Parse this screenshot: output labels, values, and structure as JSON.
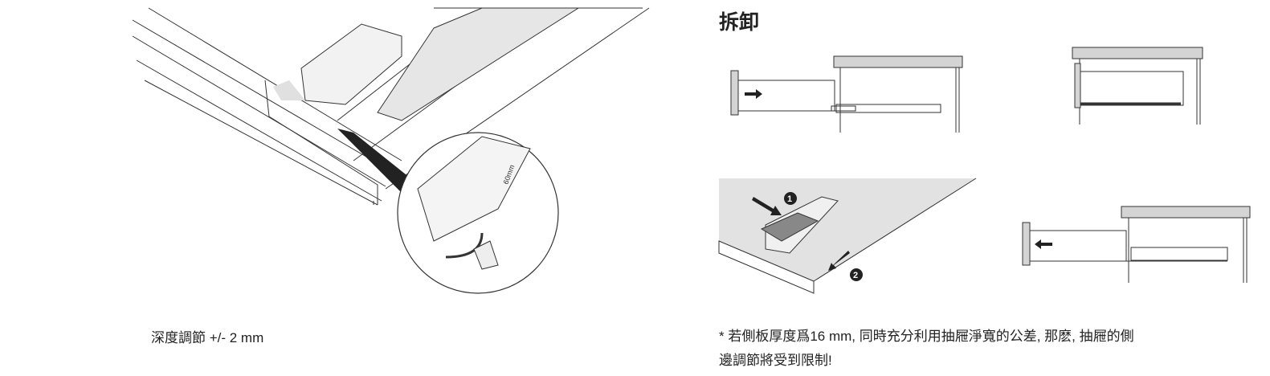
{
  "section_title": "拆卸",
  "left_caption": "深度調節 +/- 2 mm",
  "note_line1": "*  若側板厚度爲16 mm, 同時充分利用抽屜淨寬的公差, 那麽, 抽屜的側",
  "note_line2": "邊調節將受到限制!",
  "step_badges": [
    "1",
    "2"
  ],
  "illustration_label": "60mm",
  "colors": {
    "panel_gray": "#d4d4d4",
    "line": "#333333",
    "shade": "#e2e2e2"
  }
}
